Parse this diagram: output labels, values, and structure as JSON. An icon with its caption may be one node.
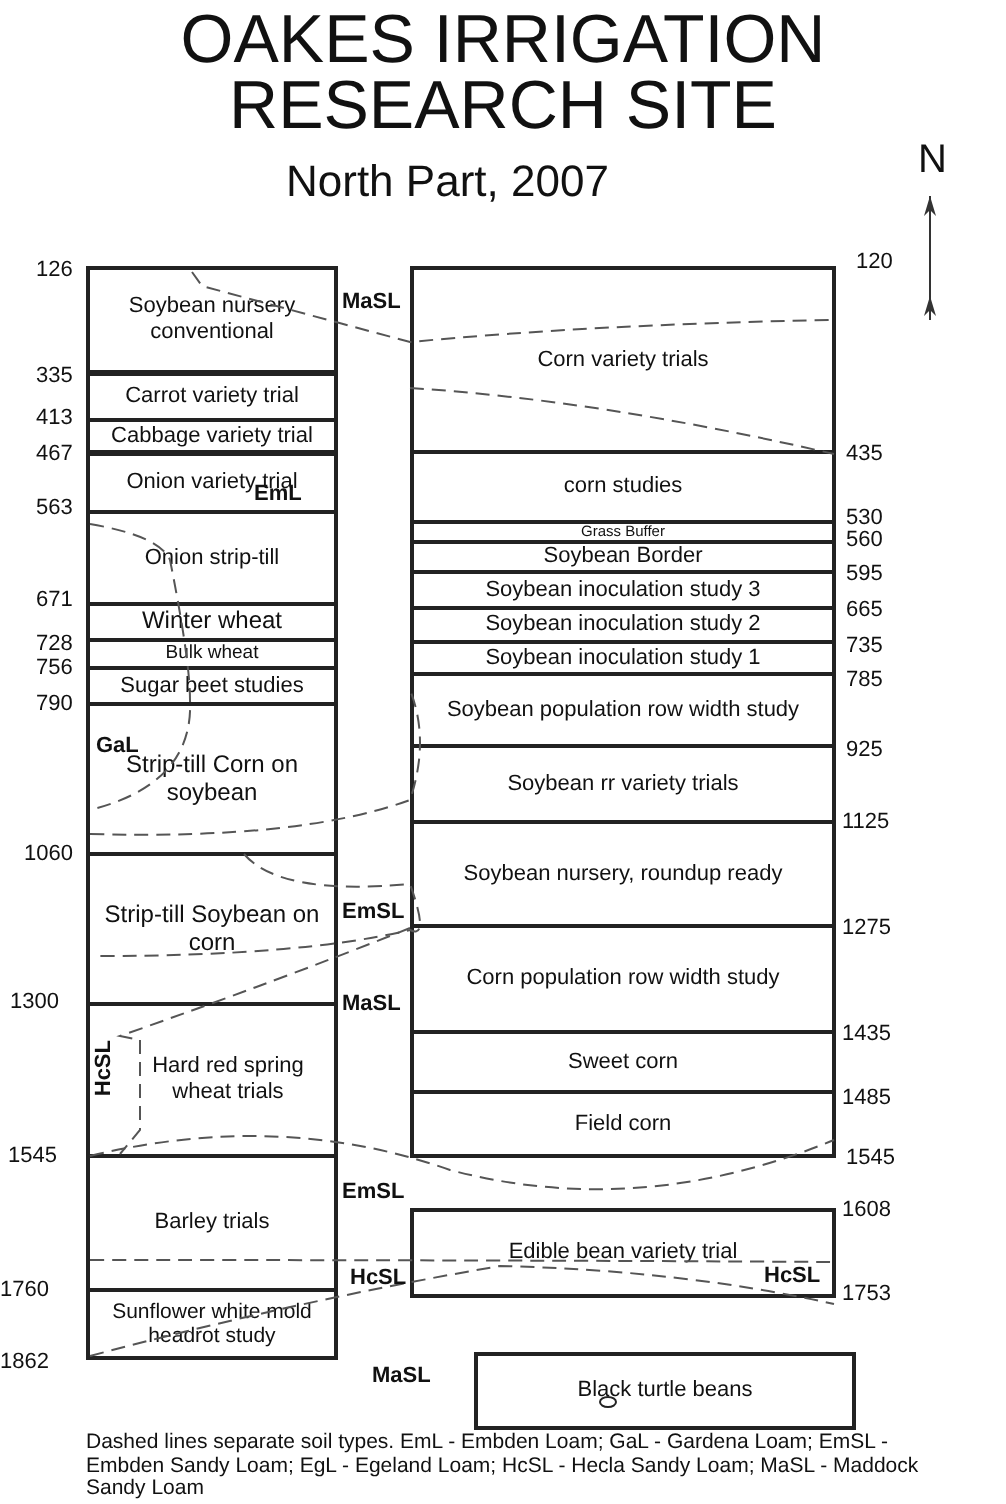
{
  "diagram": {
    "title": "OAKES IRRIGATION RESEARCH SITE",
    "caption": "Dashed lines separate soil types.  EmL - Embden Loam; GaL - Gardena Loam; EmSL - Embden Sandy Loam; EgL - Egeland Loam; HcSL - Hecla Sandy Loam; MaSL - Maddock Sandy Loam",
    "nodes": [
      {
        "text": [
          "Soybean nursery conventional"
        ]
      },
      {
        "text": [
          "Carrot variety trial"
        ]
      },
      {
        "text": [
          "Cabbage variety trial"
        ]
      },
      {
        "text": [
          "Onion variety trial"
        ]
      },
      {
        "text": [
          "Onion strip-till"
        ]
      },
      {
        "text": [
          "Winter wheat"
        ]
      },
      {
        "text": [
          "Bulk wheat"
        ]
      },
      {
        "text": [
          "Sugar beet studies"
        ]
      },
      {
        "text": [
          "Strip-till Corn on soybean"
        ]
      },
      {
        "text": [
          "Strip-till Soybean on corn"
        ]
      },
      {
        "text": [
          "Hard red spring wheat trials"
        ]
      },
      {
        "text": [
          "Barley trials"
        ]
      },
      {
        "text": [
          "Sunflower white mold headrot study"
        ]
      },
      {
        "text": [
          "Corn variety trials"
        ]
      },
      {
        "text": [
          "corn studies"
        ]
      },
      {
        "text": [
          "Grass Buffer"
        ]
      },
      {
        "text": [
          "Soybean Border"
        ]
      },
      {
        "text": [
          "Soybean inoculation study 3"
        ]
      },
      {
        "text": [
          "Soybean inoculation study 2"
        ]
      },
      {
        "text": [
          "Soybean inoculation study 1"
        ]
      },
      {
        "text": [
          "Soybean population row width study"
        ]
      },
      {
        "text": [
          "Soybean rr variety trials"
        ]
      },
      {
        "text": [
          "Soybean nursery, roundup ready"
        ]
      },
      {
        "text": [
          "Corn population row width study"
        ]
      },
      {
        "text": [
          "Sweet corn"
        ]
      },
      {
        "text": [
          "Field corn"
        ]
      },
      {
        "text": [
          "Edible bean variety trial"
        ]
      },
      {
        "text": [
          "Black turtle beans"
        ]
      }
    ],
    "labels": [
      "North Part, 2007",
      "N",
      "126",
      "MaSL",
      "120",
      "335",
      "413",
      "467",
      "435",
      "EmL",
      "563",
      "530",
      "560",
      "595",
      "671",
      "665",
      "728",
      "735",
      "756",
      "785",
      "790",
      "GaL",
      "925",
      "1060",
      "1125",
      "EmSL",
      "1275",
      "1300",
      "MaSL",
      "HcSL",
      "1435",
      "1485",
      "1545",
      "1545",
      "EmSL",
      "1608",
      "1760",
      "HcSL",
      "HcSL",
      "1753",
      "1862",
      "MaSL"
    ]
  }
}
